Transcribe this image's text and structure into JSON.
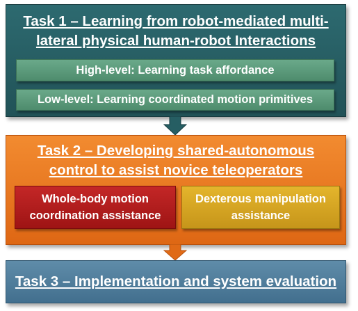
{
  "task1": {
    "title_line1": "Task 1 – Learning from robot-mediated multi-",
    "title_line2": "lateral physical human-robot Interactions",
    "high_level": "High-level: Learning task affordance",
    "low_level": "Low-level: Learning coordinated motion primitives"
  },
  "task2": {
    "title_line1": "Task 2 – Developing shared-autonomous",
    "title_line2": "control to assist novice teleoperators",
    "whole_body_line1": "Whole-body motion",
    "whole_body_line2": "coordination assistance",
    "dexterous_line1": "Dexterous manipulation",
    "dexterous_line2": "assistance"
  },
  "task3": {
    "title": "Task 3 – Implementation and system evaluation"
  },
  "colors": {
    "task1_bg": "#265e63",
    "task1_sub_bg": "#5c9a7b",
    "task2_bg": "#e8761f",
    "whole_body_bg": "#b01d1d",
    "dexterous_bg": "#d5a522",
    "task3_bg": "#507d9c",
    "arrow1": "#265e63",
    "arrow2": "#e06a16"
  }
}
